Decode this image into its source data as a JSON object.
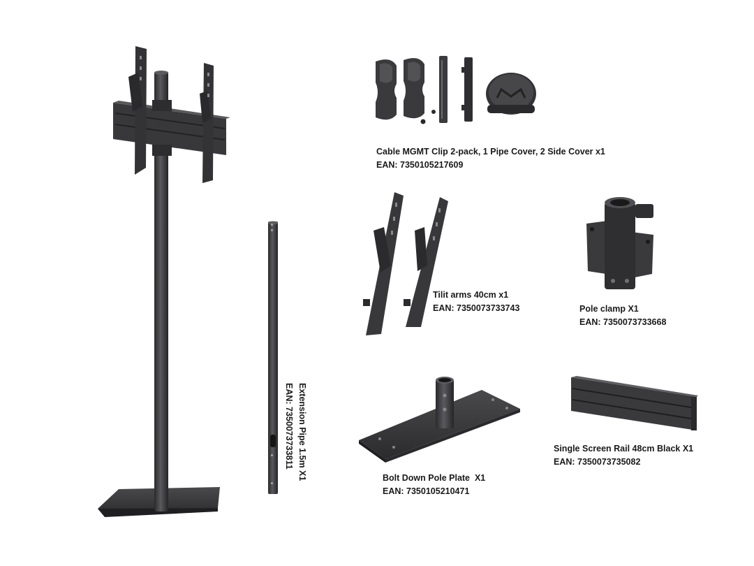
{
  "cable_clip": {
    "name": "Cable MGMT Clip 2-pack, 1 Pipe Cover, 2 Side Cover x1",
    "ean": "EAN: 7350105217609"
  },
  "tilt_arms": {
    "name": "Tilit arms 40cm x1",
    "ean": "EAN: 7350073733743"
  },
  "pole_clamp": {
    "name": "Pole clamp X1",
    "ean": "EAN: 7350073733668"
  },
  "extension_pipe": {
    "name": "Extension Pipe 1.5m X1",
    "ean": "EAN: 7350073733811"
  },
  "pole_plate": {
    "name": "Bolt Down Pole Plate  X1",
    "ean": "EAN: 7350105210471"
  },
  "screen_rail": {
    "name": "Single Screen Rail 48cm Black X1",
    "ean": "EAN: 7350073735082"
  },
  "colors": {
    "metal": "#3a3a3c",
    "metal_dark": "#232325",
    "metal_light": "#5a5a5d",
    "text": "#1a1a1a"
  }
}
